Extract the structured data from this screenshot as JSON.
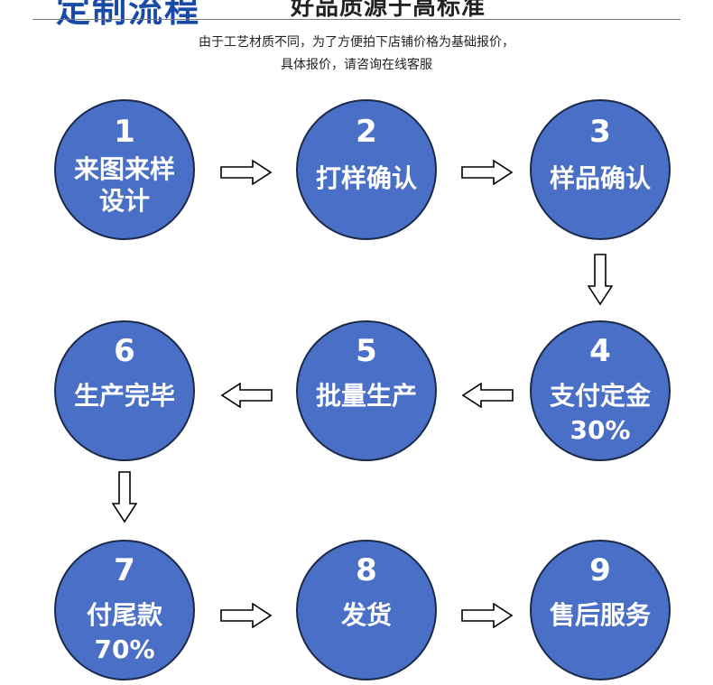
{
  "header": {
    "title": "定制流程",
    "tagline": "好品质源于高标准"
  },
  "note": {
    "line1": "由于工艺材质不同，为了方便拍下店铺价格为基础报价，",
    "line2": "具体报价，请咨询在线客服"
  },
  "steps": [
    {
      "number": "1",
      "title": "来图来样\n设计",
      "sub": ""
    },
    {
      "number": "2",
      "title": "打样确认",
      "sub": ""
    },
    {
      "number": "3",
      "title": "样品确认",
      "sub": ""
    },
    {
      "number": "4",
      "title": "支付定金",
      "sub": "30%"
    },
    {
      "number": "5",
      "title": "批量生产",
      "sub": ""
    },
    {
      "number": "6",
      "title": "生产完毕",
      "sub": ""
    },
    {
      "number": "7",
      "title": "付尾款",
      "sub": "70%"
    },
    {
      "number": "8",
      "title": "发货",
      "sub": ""
    },
    {
      "number": "9",
      "title": "售后服务",
      "sub": ""
    }
  ],
  "colors": {
    "circle_fill": "#4a6fc6",
    "circle_border": "#1b2a4a",
    "header_blue": "#1a4aa8"
  }
}
